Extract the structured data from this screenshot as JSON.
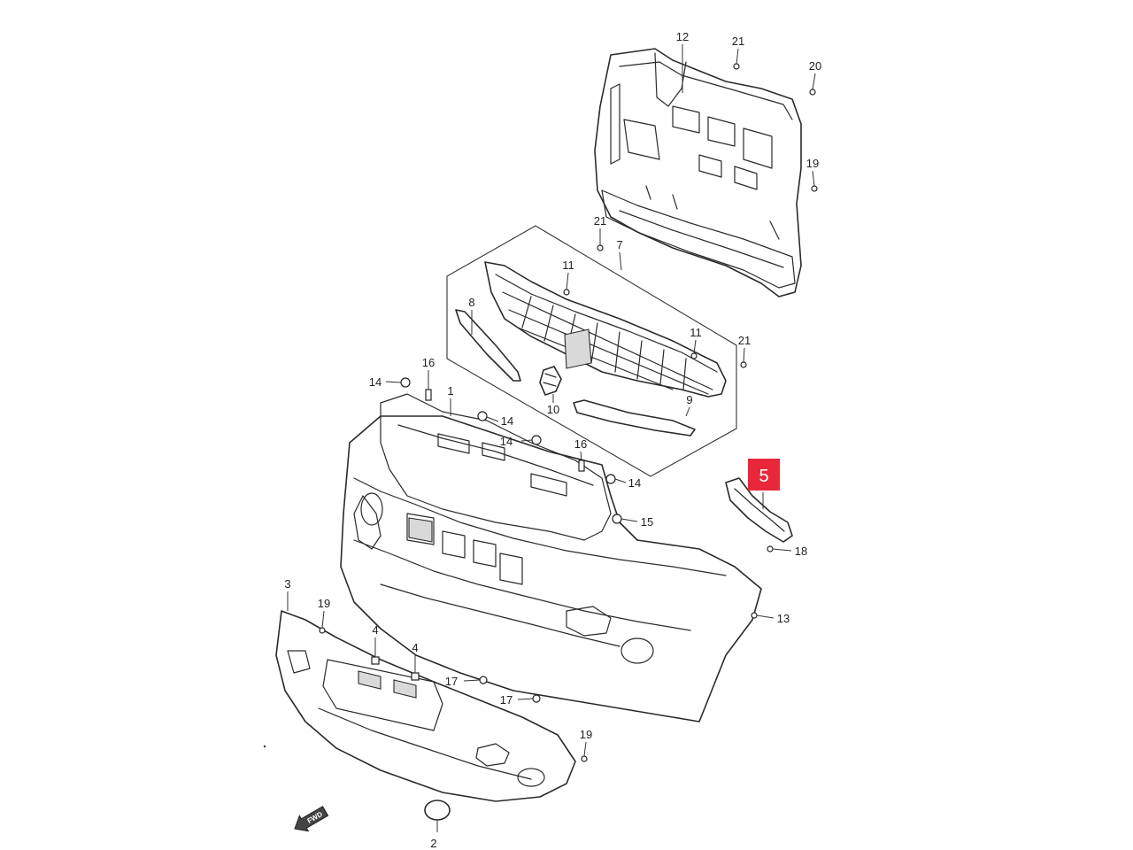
{
  "diagram": {
    "highlight": {
      "label": "5",
      "color": "#e8283a"
    },
    "fwd_marker": "FWD",
    "callouts": [
      {
        "key": "c1",
        "label": "1"
      },
      {
        "key": "c2",
        "label": "2"
      },
      {
        "key": "c3",
        "label": "3"
      },
      {
        "key": "c4a",
        "label": "4"
      },
      {
        "key": "c4b",
        "label": "4"
      },
      {
        "key": "c7",
        "label": "7"
      },
      {
        "key": "c8",
        "label": "8"
      },
      {
        "key": "c9",
        "label": "9"
      },
      {
        "key": "c10",
        "label": "10"
      },
      {
        "key": "c11a",
        "label": "11"
      },
      {
        "key": "c11b",
        "label": "11"
      },
      {
        "key": "c12",
        "label": "12"
      },
      {
        "key": "c13",
        "label": "13"
      },
      {
        "key": "c14a",
        "label": "14"
      },
      {
        "key": "c14b",
        "label": "14"
      },
      {
        "key": "c14c",
        "label": "14"
      },
      {
        "key": "c14d",
        "label": "14"
      },
      {
        "key": "c15",
        "label": "15"
      },
      {
        "key": "c16a",
        "label": "16"
      },
      {
        "key": "c16b",
        "label": "16"
      },
      {
        "key": "c17a",
        "label": "17"
      },
      {
        "key": "c17b",
        "label": "17"
      },
      {
        "key": "c18",
        "label": "18"
      },
      {
        "key": "c19a",
        "label": "19"
      },
      {
        "key": "c19b",
        "label": "19"
      },
      {
        "key": "c19c",
        "label": "19"
      },
      {
        "key": "c20",
        "label": "20"
      },
      {
        "key": "c21a",
        "label": "21"
      },
      {
        "key": "c21b",
        "label": "21"
      },
      {
        "key": "c21c",
        "label": "21"
      }
    ]
  }
}
